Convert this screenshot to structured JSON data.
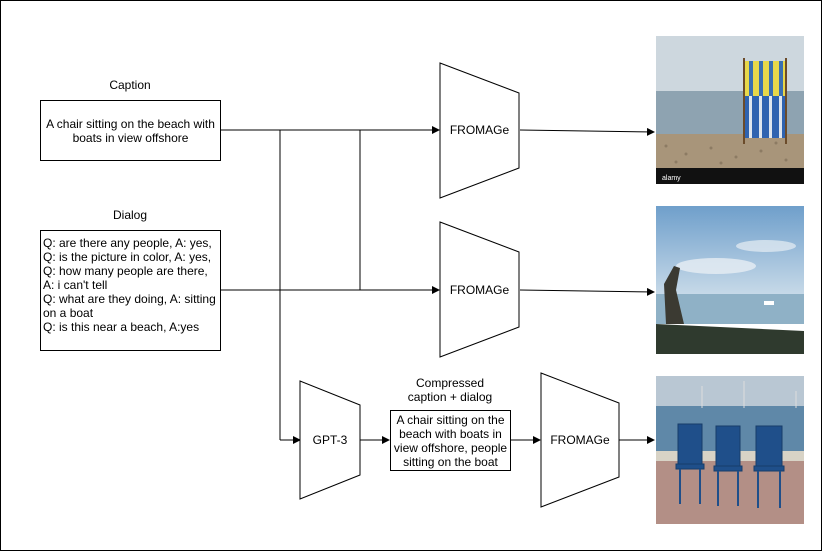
{
  "caption": {
    "label": "Caption",
    "text": "A chair sitting on the beach with\nboats in view offshore"
  },
  "dialog": {
    "label": "Dialog",
    "text": "Q: are there any people, A: yes,\nQ: is the picture in color, A: yes,\nQ: how many people are there,\nA: i can't tell\nQ: what are they doing, A: sitting\non a boat\nQ: is this near a beach, A:yes"
  },
  "models": {
    "fromage_1": "FROMAGe",
    "fromage_2": "FROMAGe",
    "fromage_3": "FROMAGe",
    "gpt3": "GPT-3"
  },
  "compressed": {
    "label": "Compressed\ncaption + dialog",
    "text": "A chair sitting on the\nbeach with boats in\nview offshore, people\nsitting on the boat"
  },
  "images": [
    {
      "description": "yellow-blue striped beach chair on pebble beach",
      "watermark": "alamy"
    },
    {
      "description": "shore with anchor statue and boat offshore"
    },
    {
      "description": "three blue chairs on promenade facing the sea"
    }
  ],
  "colors": {
    "line": "#000000",
    "background": "#ffffff"
  }
}
